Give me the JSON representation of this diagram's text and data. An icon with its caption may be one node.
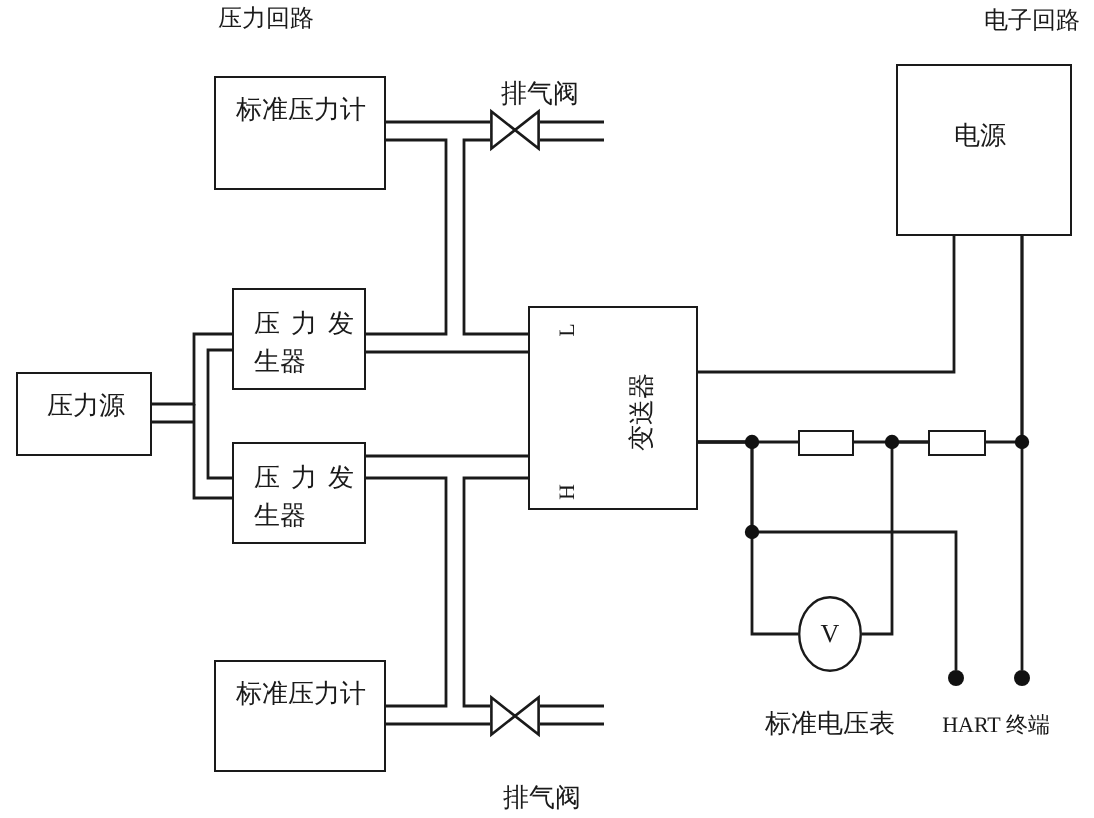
{
  "diagram": {
    "nodes": [
      {
        "text": [
          "标准压力计"
        ]
      },
      {
        "text": [],
        "shape": "valve",
        "beside": [
          "排气阀"
        ]
      },
      {
        "text": [
          "电源"
        ]
      },
      {
        "text": [
          "压力发生器"
        ]
      },
      {
        "text": [
          "L",
          "变送器",
          "H"
        ]
      },
      {
        "text": [
          "压力源"
        ]
      },
      {
        "text": [],
        "shape": "box"
      },
      {
        "text": [],
        "shape": "box"
      },
      {
        "text": [
          "压力发生器"
        ]
      },
      {
        "text": [
          "V"
        ],
        "beside": [
          "标准电压表"
        ]
      },
      {
        "text": [
          "标准压力计"
        ]
      },
      {
        "text": [],
        "shape": "dot"
      },
      {
        "text": [],
        "shape": "dot"
      },
      {
        "text": [],
        "shape": "valve",
        "beside": [
          "排气阀"
        ]
      }
    ],
    "edges": [
      {
        "from": 5,
        "to": 3,
        "arrow": "none"
      },
      {
        "from": 5,
        "to": 8,
        "arrow": "none"
      },
      {
        "from": 3,
        "to": 0,
        "arrow": "none"
      },
      {
        "from": 3,
        "to": 4,
        "arrow": "none"
      },
      {
        "from": 0,
        "to": 1,
        "arrow": "none"
      },
      {
        "from": 1,
        "to": 4,
        "arrow": "none"
      },
      {
        "from": 1,
        "to": null,
        "arrow": "none"
      },
      {
        "from": 8,
        "to": 4,
        "arrow": "none"
      },
      {
        "from": 8,
        "to": 10,
        "arrow": "none"
      },
      {
        "from": 10,
        "to": 13,
        "arrow": "none"
      },
      {
        "from": 13,
        "to": 4,
        "arrow": "none"
      },
      {
        "from": 13,
        "to": null,
        "arrow": "none"
      },
      {
        "from": 2,
        "to": 4,
        "arrow": "none"
      },
      {
        "from": 4,
        "to": 6,
        "arrow": "none"
      },
      {
        "from": 6,
        "to": 7,
        "arrow": "none"
      },
      {
        "from": 7,
        "to": 2,
        "arrow": "none"
      },
      {
        "from": 2,
        "to": 12,
        "arrow": "none"
      },
      {
        "from": 4,
        "to": 9,
        "arrow": "none"
      },
      {
        "from": 9,
        "to": 7,
        "arrow": "none"
      },
      {
        "from": 4,
        "to": 11,
        "arrow": "none"
      }
    ],
    "labels": [
      "压力回路",
      "电子回路",
      "HART 终端"
    ]
  }
}
